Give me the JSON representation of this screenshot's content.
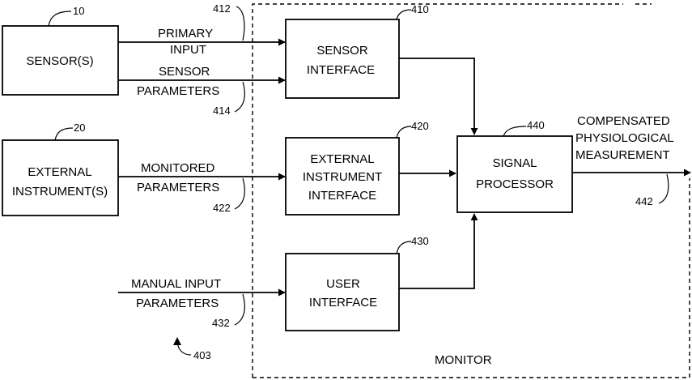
{
  "blocks": {
    "sensor": {
      "lines": [
        "SENSOR(S)"
      ],
      "ref": "10"
    },
    "external_instrument": {
      "lines": [
        "EXTERNAL",
        "INSTRUMENT(S)"
      ],
      "ref": "20"
    },
    "sensor_interface": {
      "lines": [
        "SENSOR",
        "INTERFACE"
      ],
      "ref": "410"
    },
    "external_instrument_interface": {
      "lines": [
        "EXTERNAL",
        "INSTRUMENT",
        "INTERFACE"
      ],
      "ref": "420"
    },
    "user_interface": {
      "lines": [
        "USER",
        "INTERFACE"
      ],
      "ref": "430"
    },
    "signal_processor": {
      "lines": [
        "SIGNAL",
        "PROCESSOR"
      ],
      "ref": "440"
    }
  },
  "signals": {
    "primary_input": {
      "lines": [
        "PRIMARY",
        "INPUT"
      ],
      "ref": "412"
    },
    "sensor_parameters": {
      "lines": [
        "SENSOR",
        "PARAMETERS"
      ],
      "ref": "414"
    },
    "monitored_parameters": {
      "lines": [
        "MONITORED",
        "PARAMETERS"
      ],
      "ref": "422"
    },
    "manual_input_parameters": {
      "lines": [
        "MANUAL INPUT",
        "PARAMETERS"
      ],
      "ref": "432"
    },
    "compensated_measurement": {
      "lines": [
        "COMPENSATED",
        "PHYSIOLOGICAL",
        "MEASUREMENT"
      ],
      "ref": "442"
    }
  },
  "monitor_label": "MONITOR",
  "figure_ref": "403"
}
